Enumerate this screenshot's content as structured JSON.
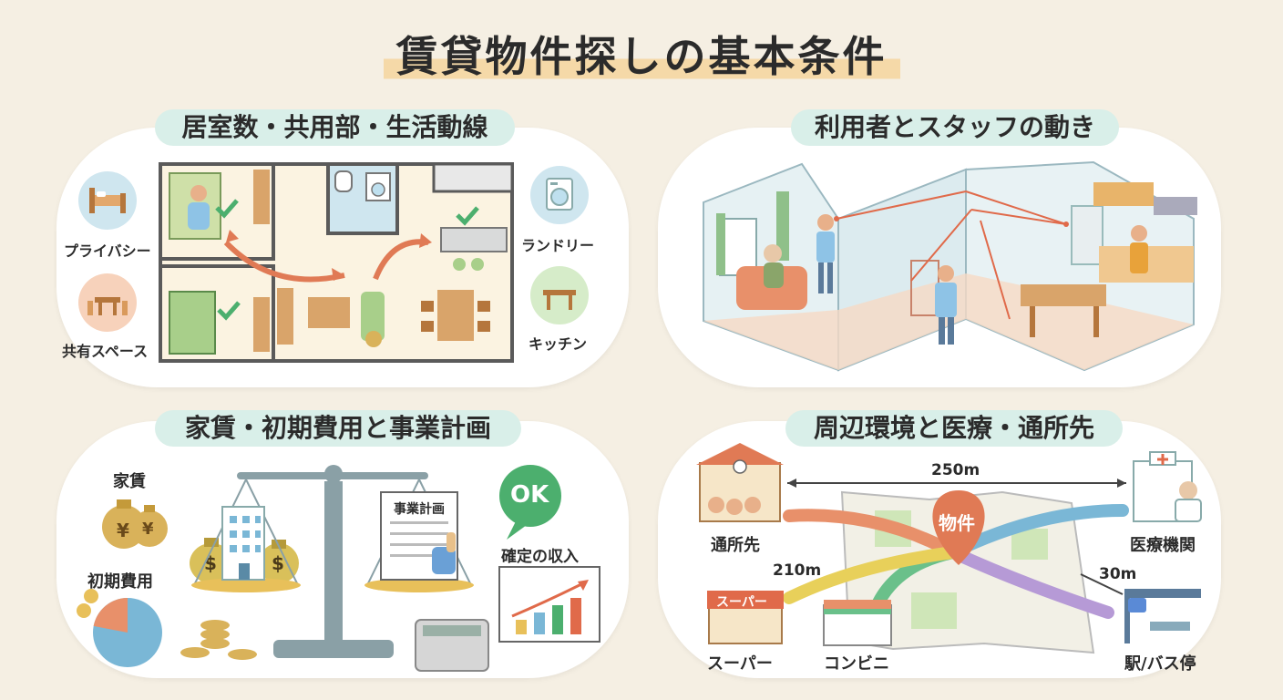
{
  "title": "賃貸物件探しの基本条件",
  "sections": {
    "floor": {
      "title": "居室数・共用部・生活動線",
      "labels": {
        "privacy": "プライバシー",
        "shared": "共有スペース",
        "laundry": "ランドリー",
        "kitchen": "キッチン"
      }
    },
    "movement": {
      "title": "利用者とスタッフの動き"
    },
    "finance": {
      "title": "家賃・初期費用と事業計画",
      "labels": {
        "rent": "家賃",
        "initial": "初期費用",
        "plan": "事業計画",
        "ok": "OK",
        "income": "確定の収入"
      },
      "currency": {
        "dollar": "$",
        "yen": "¥"
      },
      "pie": [
        0.78,
        0.22
      ]
    },
    "environment": {
      "title": "周辺環境と医療・通所先",
      "labels": {
        "property": "物件",
        "daycare": "通所先",
        "medical": "医療機関",
        "supermarket": "スーパー",
        "super_sign": "スーパー",
        "convenience": "コンビニ",
        "station": "駅/バス停"
      },
      "distances": {
        "medical": "250m",
        "supermarket": "210m",
        "station": "30m"
      }
    }
  },
  "colors": {
    "accent": "#e07a55",
    "teal": "#d9efe9",
    "green": "#4caf6e"
  }
}
